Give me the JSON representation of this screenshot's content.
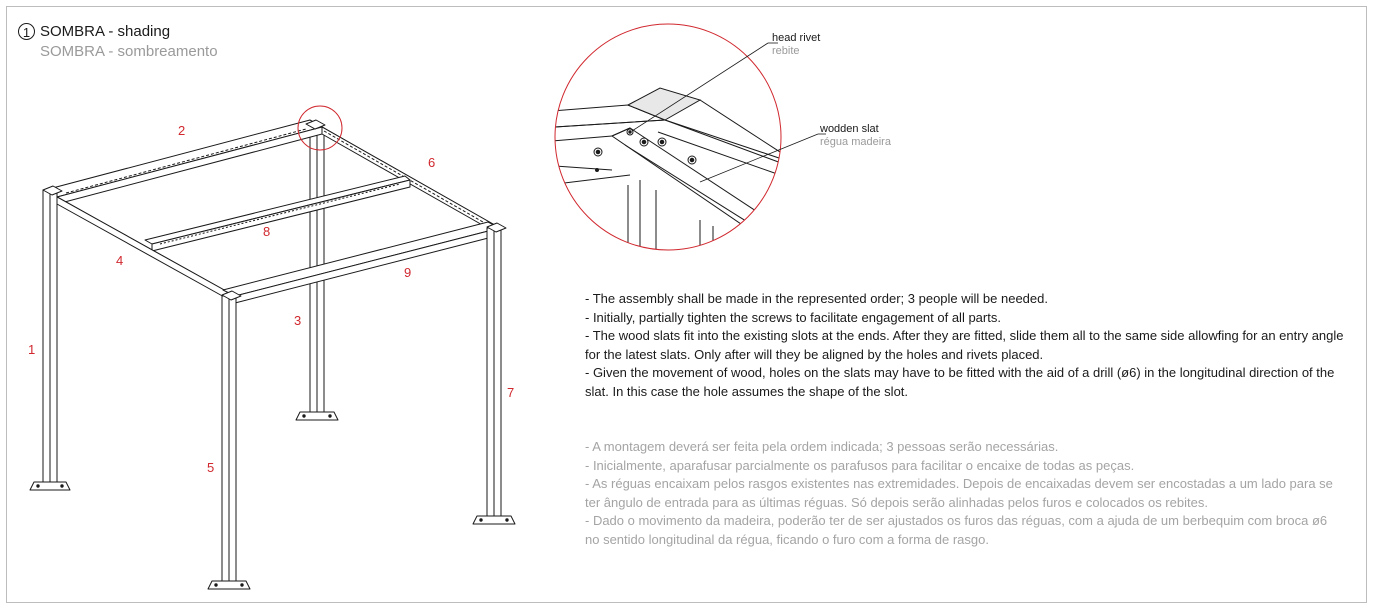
{
  "step": {
    "number": "1",
    "title_en": "SOMBRA - shading",
    "title_pt": "SOMBRA - sombreamento"
  },
  "parts": [
    {
      "id": "p1",
      "label": "1"
    },
    {
      "id": "p2",
      "label": "2"
    },
    {
      "id": "p3",
      "label": "3"
    },
    {
      "id": "p4",
      "label": "4"
    },
    {
      "id": "p5",
      "label": "5"
    },
    {
      "id": "p6",
      "label": "6"
    },
    {
      "id": "p7",
      "label": "7"
    },
    {
      "id": "p8",
      "label": "8"
    },
    {
      "id": "p9",
      "label": "9"
    }
  ],
  "callouts": {
    "head_rivet": {
      "en": "head rivet",
      "pt": "rebite"
    },
    "wooden_slat": {
      "en": "wodden slat",
      "pt": "régua madeira"
    }
  },
  "notes_en": [
    "- The assembly shall be made in the represented order; 3 people will be needed.",
    "- Initially, partially tighten the screws to facilitate engagement of all parts.",
    "- The wood slats fit into the existing slots at the ends. After they are fitted, slide them all to the same side allowfing for an entry angle for the latest slats. Only after will they be aligned by the holes and rivets placed.",
    "- Given the movement of wood, holes on the slats may have to be fitted with the aid of a drill (ø6) in the longitudinal direction of the slat. In this case the hole assumes the shape of the slot."
  ],
  "notes_pt": [
    "- A montagem deverá ser feita pela ordem indicada; 3 pessoas serão necessárias.",
    "- Inicialmente, aparafusar parcialmente os parafusos para facilitar o encaixe de todas as peças.",
    "- As réguas encaixam pelos rasgos existentes nas extremidades. Depois de encaixadas devem ser encostadas a um lado para se ter ângulo de entrada para as últimas réguas. Só depois serão alinhadas pelos furos e colocados os rebites.",
    "- Dado o movimento da madeira, poderão ter de ser ajustados os furos das réguas, com a ajuda de um berbequim com broca ø6 no sentido longitudinal da régua, ficando o furo com a forma de rasgo."
  ],
  "colors": {
    "accent": "#d0282e",
    "line": "#1a1a1a",
    "secondary_text": "#9a9a9a"
  }
}
